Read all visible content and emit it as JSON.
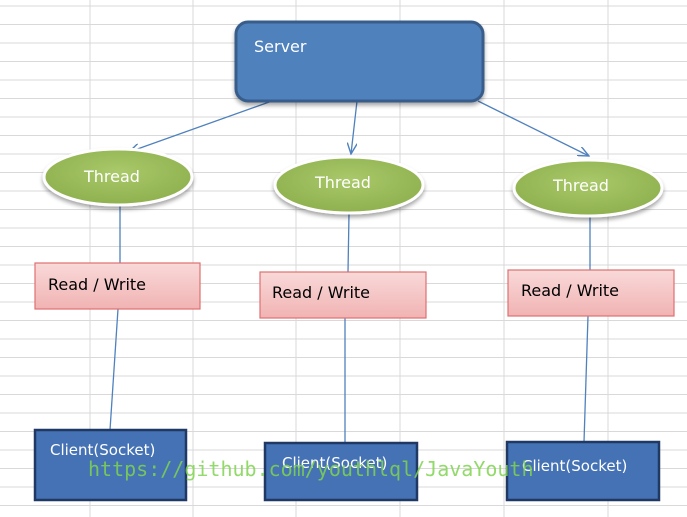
{
  "server": {
    "label": "Server"
  },
  "branches": [
    {
      "thread": "Thread",
      "rw": "Read / Write",
      "client": "Client(Socket)"
    },
    {
      "thread": "Thread",
      "rw": "Read / Write",
      "client": "Client(Socket)"
    },
    {
      "thread": "Thread",
      "rw": "Read / Write",
      "client": "Client(Socket)"
    }
  ],
  "watermark": "https://github.com/youthlql/JavaYouth",
  "colors": {
    "server_fill": "#4f81bd",
    "server_stroke": "#385d8a",
    "thread_fill": "#9bbb59",
    "rw_fill": "#f4c6c6",
    "rw_stroke": "#e07070",
    "client_fill": "#4472b4",
    "client_stroke": "#1f3864",
    "connector": "#4f81bd",
    "grid": "#d9d9d9",
    "watermark": "#7fd44f"
  }
}
